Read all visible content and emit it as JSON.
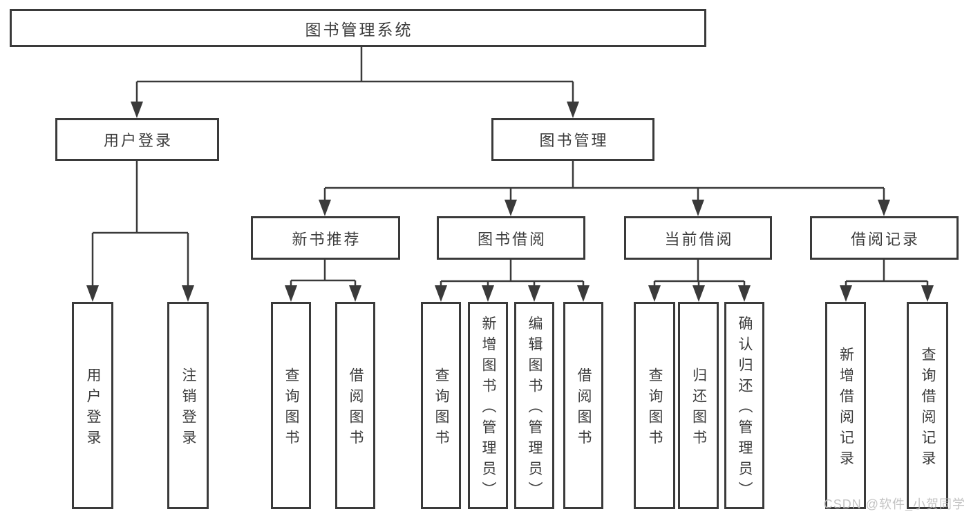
{
  "diagram": {
    "root": {
      "label": "图书管理系统"
    },
    "branches": [
      {
        "label": "用户登录",
        "children": [
          {
            "label": "用户登录"
          },
          {
            "label": "注销登录"
          }
        ]
      },
      {
        "label": "图书管理",
        "children": [
          {
            "label": "新书推荐",
            "children": [
              {
                "label": "查询图书"
              },
              {
                "label": "借阅图书"
              }
            ]
          },
          {
            "label": "图书借阅",
            "children": [
              {
                "label": "查询图书"
              },
              {
                "label": "新增图书（管理员）"
              },
              {
                "label": "编辑图书（管理员）"
              },
              {
                "label": "借阅图书"
              }
            ]
          },
          {
            "label": "当前借阅",
            "children": [
              {
                "label": "查询图书"
              },
              {
                "label": "归还图书"
              },
              {
                "label": "确认归还（管理员）"
              }
            ]
          },
          {
            "label": "借阅记录",
            "children": [
              {
                "label": "新增借阅记录"
              },
              {
                "label": "查询借阅记录"
              }
            ]
          }
        ]
      }
    ]
  },
  "colors": {
    "line": "#3a3a3a",
    "box_border": "#3a3a3a",
    "text": "#3c3c3c",
    "background": "#ffffff",
    "watermark": "#bdbdbd"
  },
  "watermark": "CSDN @软件_小贺同学"
}
